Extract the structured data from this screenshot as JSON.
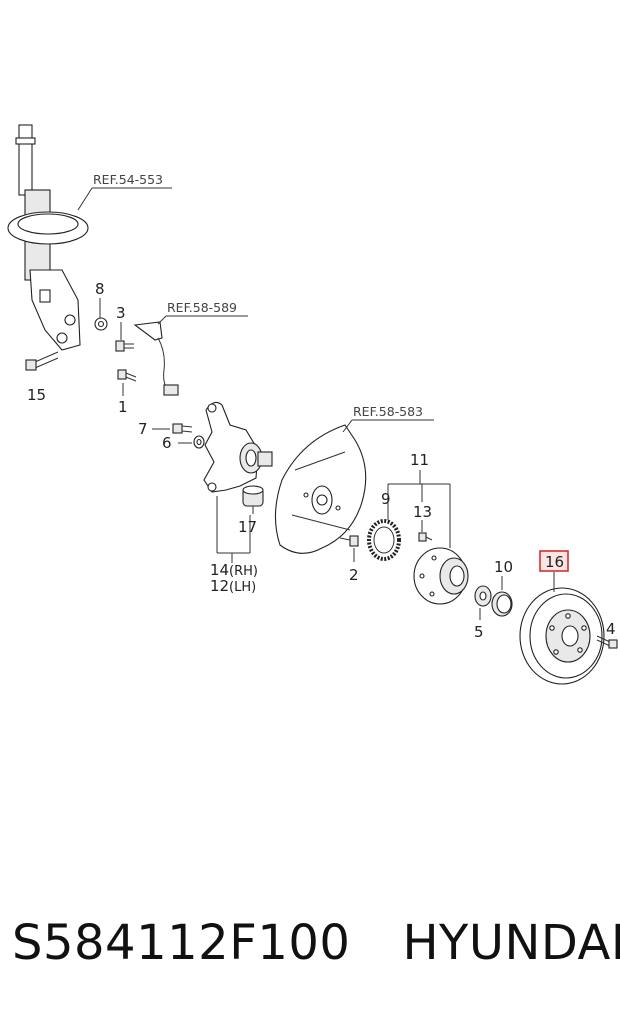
{
  "diagram": {
    "references": {
      "ref_strut": "REF.54-553",
      "ref_sensor": "REF.58-589",
      "ref_shield": "REF.58-583"
    },
    "callouts": {
      "c1": "1",
      "c2": "2",
      "c3": "3",
      "c4": "4",
      "c5": "5",
      "c6": "6",
      "c7": "7",
      "c8": "8",
      "c9": "9",
      "c10": "10",
      "c11": "11",
      "c13": "13",
      "c14": "14",
      "c14_side": "(RH)",
      "c12": "12",
      "c12_side": "(LH)",
      "c15": "15",
      "c16": "16",
      "c17": "17"
    },
    "highlight_color": "#d0312d"
  },
  "caption": {
    "part_number": "S584112F100",
    "brand": "HYUNDAI"
  }
}
